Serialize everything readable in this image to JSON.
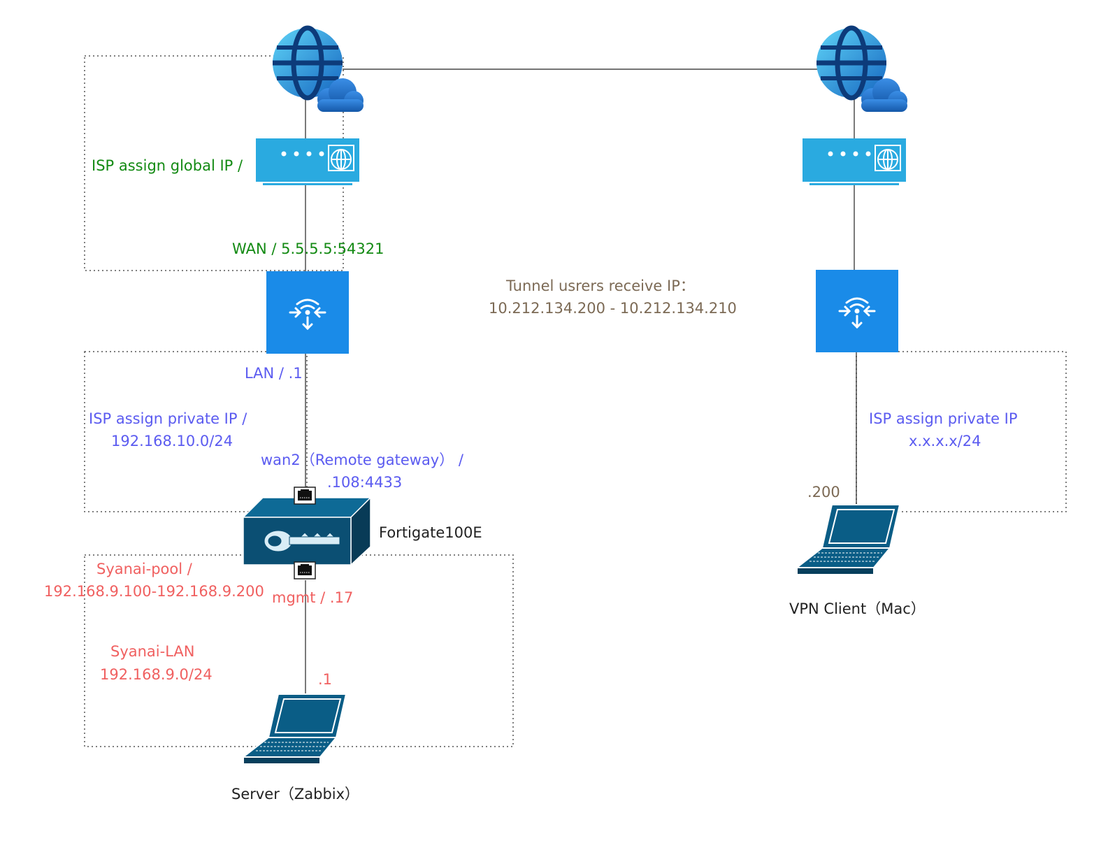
{
  "colors": {
    "green_text": "#138a13",
    "blue_text": "#5b5bf0",
    "brown_text": "#7c6a55",
    "red_text": "#f06060",
    "router_blue": "#1a8be8",
    "modem_blue": "#2aaae0",
    "firewall_navy": "#0b4f73",
    "laptop_teal": "#0a5d86"
  },
  "icons": {
    "internet": "globe-cloud-icon",
    "modem": "modem-icon",
    "router": "router-icon",
    "firewall": "firewall-key-icon",
    "laptop": "laptop-icon",
    "port": "ethernet-port-icon"
  },
  "labels": {
    "isp_global": "ISP assign global IP /",
    "wan": "WAN / 5.5.5.5:54321",
    "tunnel_line1": "Tunnel usrers  receive IP：",
    "tunnel_line2": "10.212.134.200 - 10.212.134.210",
    "lan": "LAN / .1",
    "isp_private_left_1": "ISP assign private IP /",
    "isp_private_left_2": "192.168.10.0/24",
    "wan2_line1": "wan2（Remote gateway）  /",
    "wan2_line2": ".108:4433",
    "isp_private_right_1": "ISP assign private IP",
    "isp_private_right_2": "x.x.x.x/24",
    "client_ip": ".200",
    "fortigate": "Fortigate100E",
    "pool_1": "Syanai-pool /",
    "pool_2": "192.168.9.100-192.168.9.200",
    "mgmt": "mgmt / .17",
    "lan_name": "Syanai-LAN",
    "lan_subnet": "192.168.9.0/24",
    "server_ip": ".1",
    "server_name": "Server（Zabbix）",
    "client_name": "VPN Client（Mac）"
  }
}
